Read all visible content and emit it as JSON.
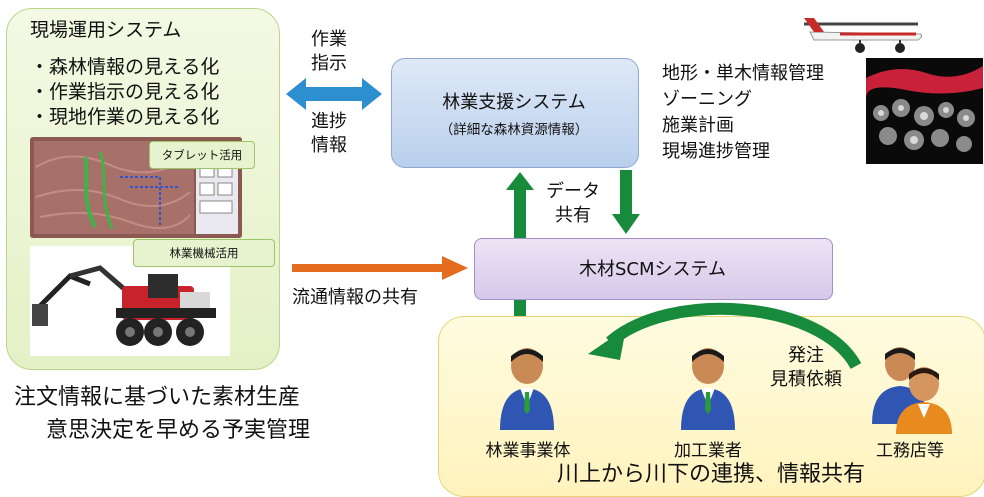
{
  "field_panel": {
    "title": "現場運用システム",
    "bullets": [
      "・森林情報の見える化",
      "・作業指示の見える化",
      "・現地作業の見える化"
    ],
    "tablet_tag": "タブレット活用",
    "machine_tag": "林業機械活用"
  },
  "exchange": {
    "top": "作業\n指示",
    "bottom": "進捗\n情報"
  },
  "support_system": {
    "title": "林業支援システム",
    "subtitle": "（詳細な森林資源情報）"
  },
  "functions": [
    "地形・単木情報管理",
    "ゾーニング",
    "施業計画",
    "現場進捗管理"
  ],
  "data_share": "データ\n共有",
  "scm": {
    "label": "木材SCMシステム"
  },
  "distribution_share": "流通情報の共有",
  "order_label": "発注\n見積依頼",
  "actors": [
    "林業事業体",
    "加工業者",
    "工務店等"
  ],
  "bottom_caption": "川上から川下の連携、情報共有",
  "left_caption": [
    "注文情報に基づいた素材生産",
    "意思決定を早める予実管理"
  ],
  "colors": {
    "arrow_blue": "#2e8fd0",
    "arrow_green": "#178a3c",
    "arrow_orange": "#e36c1e"
  }
}
